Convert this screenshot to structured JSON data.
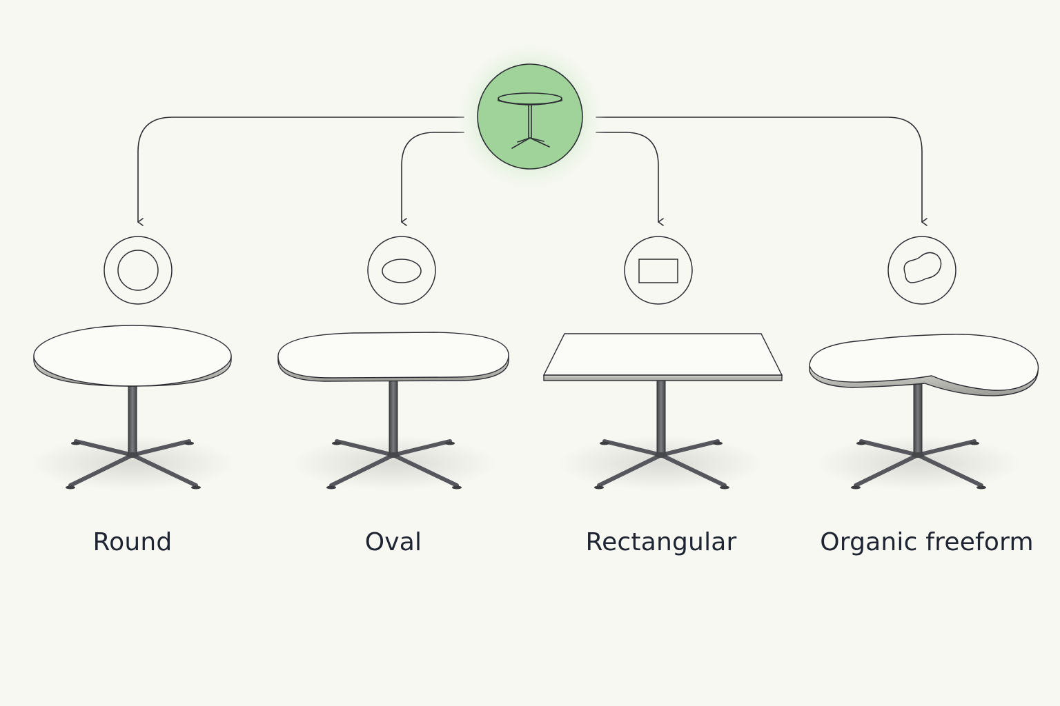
{
  "root": {
    "icon": "pedestal-table-icon",
    "fill": "#9fd39a",
    "glow": "#d9efd5"
  },
  "shapes": [
    {
      "id": "round",
      "label": "Round",
      "icon": "circle-icon"
    },
    {
      "id": "oval",
      "label": "Oval",
      "icon": "ellipse-icon"
    },
    {
      "id": "rectangular",
      "label": "Rectangular",
      "icon": "rectangle-icon"
    },
    {
      "id": "organic",
      "label": "Organic freeform",
      "icon": "blob-icon"
    }
  ],
  "colors": {
    "line": "#2b2d33",
    "tabletop": "#fbfbf8",
    "tabletop_edge": "#bdbdb6",
    "base": "#55575c",
    "text": "#1f2433"
  }
}
